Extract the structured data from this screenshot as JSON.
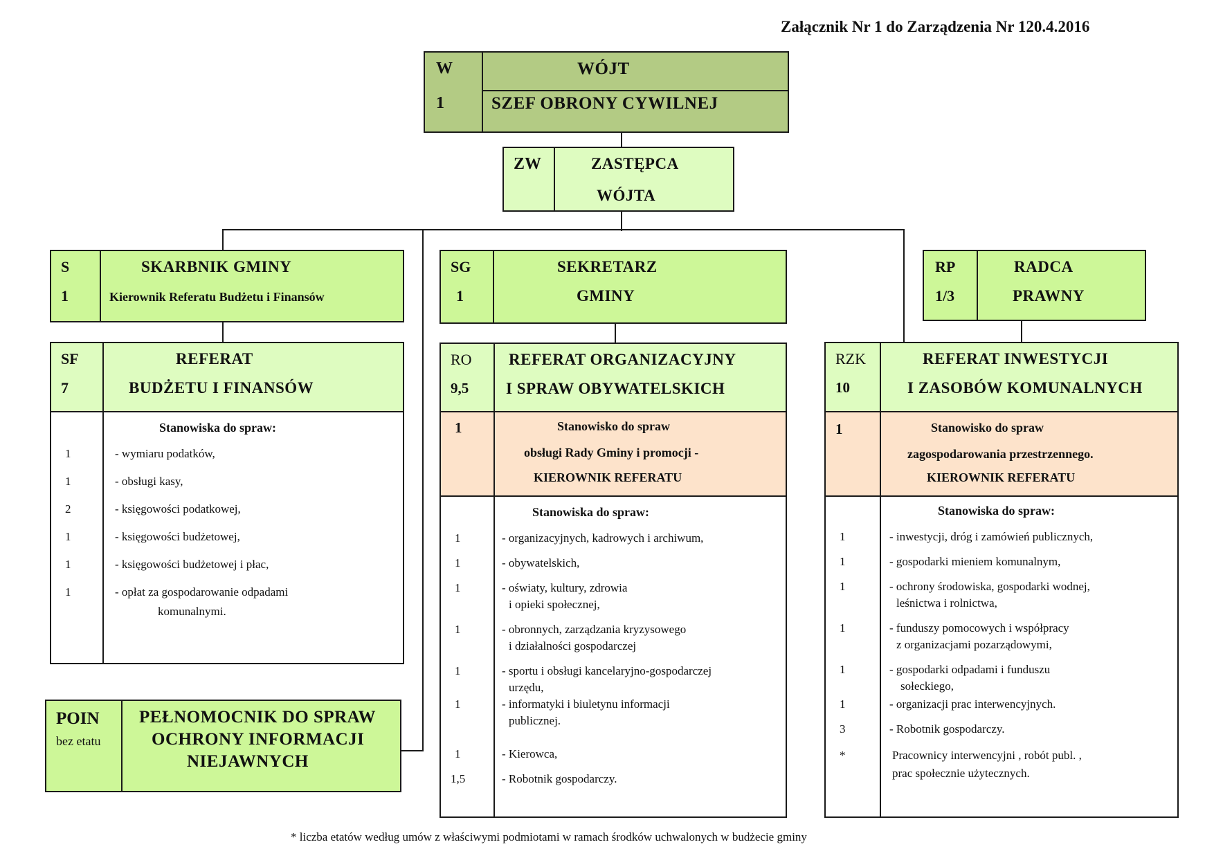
{
  "header": "Załącznik Nr 1 do Zarządzenia Nr 120.4.2016",
  "wojt": {
    "code_top": "W",
    "code_bottom": "1",
    "title_top": "WÓJT",
    "title_bottom": "SZEF OBRONY CYWILNEJ"
  },
  "zastepca": {
    "code": "ZW",
    "line1": "ZASTĘPCA",
    "line2": "WÓJTA"
  },
  "skarbnik": {
    "code_top": "S",
    "code_bottom": "1",
    "title": "SKARBNIK GMINY",
    "subtitle": "Kierownik Referatu Budżetu i Finansów"
  },
  "sekretarz": {
    "code_top": "SG",
    "code_bottom": "1",
    "line1": "SEKRETARZ",
    "line2": "GMINY"
  },
  "radca": {
    "code_top": "RP",
    "code_bottom": "1/3",
    "line1": "RADCA",
    "line2": "PRAWNY"
  },
  "ref_budzetu": {
    "code_top": "SF",
    "code_bottom": "7",
    "line1": "REFERAT",
    "line2": "BUDŻETU  I  FINANSÓW",
    "heading": "Stanowiska do spraw:",
    "items": [
      {
        "n": "1",
        "text": "- wymiaru podatków,"
      },
      {
        "n": "1",
        "text": "- obsługi kasy,"
      },
      {
        "n": "2",
        "text": "-  księgowości podatkowej,"
      },
      {
        "n": "1",
        "text": "- księgowości budżetowej,"
      },
      {
        "n": "1",
        "text": "- księgowości budżetowej i płac,"
      },
      {
        "n": "1",
        "text": "- opłat za gospodarowanie odpadami",
        "cont": "komunalnymi."
      }
    ]
  },
  "poin": {
    "code": "POIN",
    "code_sub": "bez etatu",
    "line1": "PEŁNOMOCNIK DO SPRAW",
    "line2": "OCHRONY INFORMACJI",
    "line3": "NIEJAWNYCH"
  },
  "ref_org": {
    "code_top": "RO",
    "code_bottom": "9,5",
    "line1": "REFERAT  ORGANIZACYJNY",
    "line2": "I  SPRAW  OBYWATELSKICH",
    "head_n": "1",
    "head_line1": "Stanowisko do spraw",
    "head_line2": "obsługi Rady Gminy i promocji -",
    "head_line3": "KIEROWNIK REFERATU",
    "heading": "Stanowiska do spraw:",
    "items": [
      {
        "n": "1",
        "text": "- organizacyjnych, kadrowych i archiwum,"
      },
      {
        "n": "1",
        "text": "- obywatelskich,"
      },
      {
        "n": "1",
        "text": "- oświaty, kultury, zdrowia",
        "cont": "i opieki społecznej,"
      },
      {
        "n": "1",
        "text": "- obronnych, zarządzania kryzysowego",
        "cont": "i działalności gospodarczej"
      },
      {
        "n": "1",
        "text": "- sportu i obsługi kancelaryjno-gospodarczej",
        "cont": "urzędu,"
      },
      {
        "n": "1",
        "text": "- informatyki i biuletynu informacji",
        "cont": "publicznej."
      },
      {
        "n": "1",
        "text": " - Kierowca,"
      },
      {
        "n": "1,5",
        "text": " - Robotnik gospodarczy."
      }
    ]
  },
  "ref_inw": {
    "code_top": "RZK",
    "code_bottom": "10",
    "line1": "REFERAT  INWESTYCJI",
    "line2": "I  ZASOBÓW  KOMUNALNYCH",
    "head_n": "1",
    "head_line1": "Stanowisko do spraw",
    "head_line2": "zagospodarowania przestrzennego.",
    "head_line3": "KIEROWNIK REFERATU",
    "heading": "Stanowiska do spraw:",
    "items": [
      {
        "n": "1",
        "text": "- inwestycji, dróg i zamówień publicznych,"
      },
      {
        "n": "1",
        "text": "- gospodarki mieniem komunalnym,"
      },
      {
        "n": "1",
        "text": "- ochrony środowiska, gospodarki wodnej,",
        "cont": "leśnictwa i rolnictwa,"
      },
      {
        "n": "1",
        "text": "- funduszy pomocowych i współpracy",
        "cont": "z organizacjami  pozarządowymi,"
      },
      {
        "n": "1",
        "text": "- gospodarki odpadami  i funduszu",
        "cont": "sołeckiego,"
      },
      {
        "n": "1",
        "text": "- organizacji prac interwencyjnych."
      },
      {
        "n": "3",
        "text": "- Robotnik gospodarczy."
      },
      {
        "n": "*",
        "text": "Pracownicy interwencyjni ,  robót  publ. ,",
        "cont": "prac społecznie użytecznych."
      }
    ]
  },
  "footnote": "*  liczba etatów według umów z właściwymi podmiotami w ramach środków uchwalonych w budżecie gminy"
}
